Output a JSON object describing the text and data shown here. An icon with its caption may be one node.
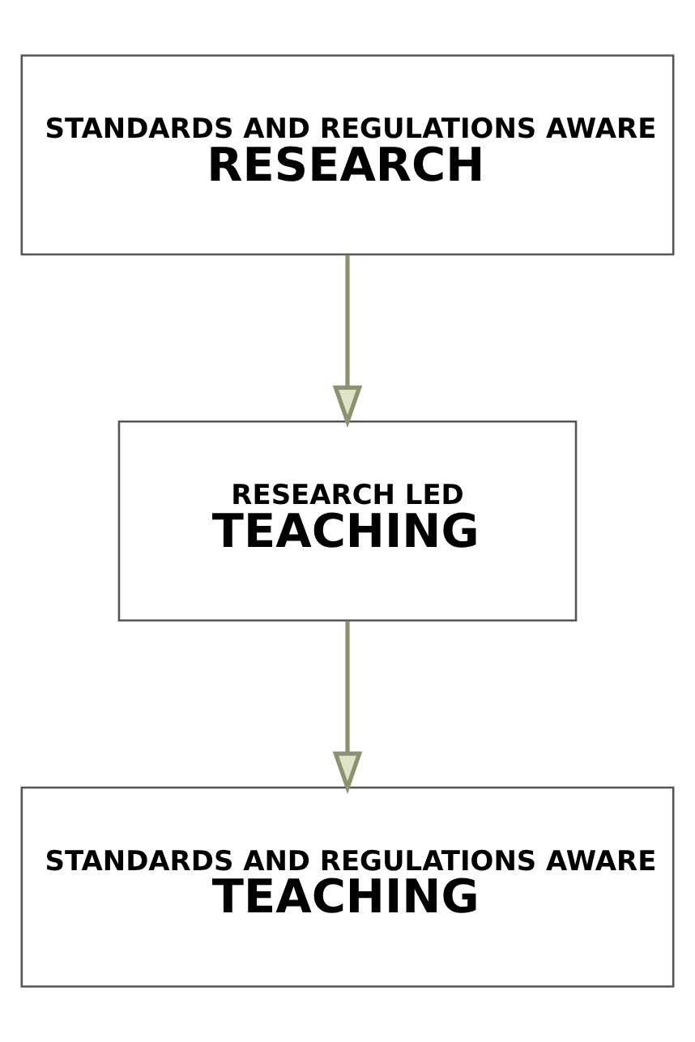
{
  "diagram": {
    "nodes": [
      {
        "text": [
          "STANDARDS AND REGULATIONS AWARE",
          "RESEARCH"
        ]
      },
      {
        "text": [
          "RESEARCH LED",
          "TEACHING"
        ]
      },
      {
        "text": [
          "STANDARDS AND REGULATIONS AWARE",
          "TEACHING"
        ]
      }
    ],
    "edges": [
      {
        "from": 0,
        "to": 1,
        "arrow": "to"
      },
      {
        "from": 1,
        "to": 2,
        "arrow": "to"
      }
    ]
  }
}
